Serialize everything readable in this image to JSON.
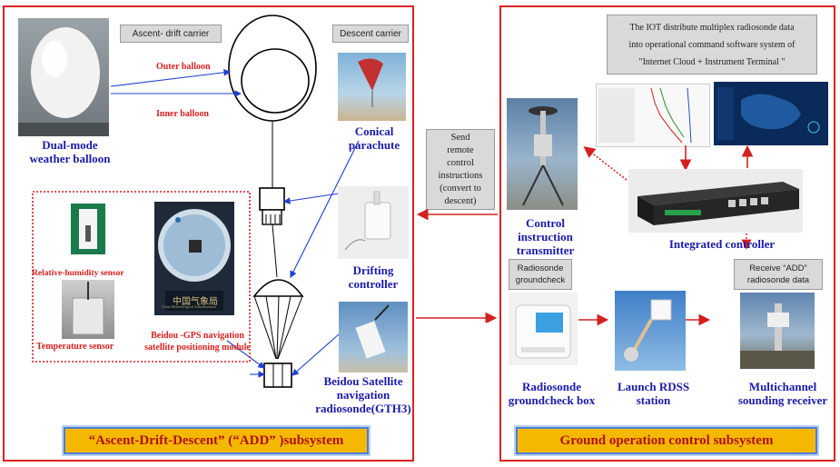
{
  "left_panel": {
    "ascent_label": "Ascent- drift carrier",
    "descent_label": "Descent carrier",
    "outer_balloon": "Outer balloon",
    "inner_balloon": "Inner balloon",
    "weather_balloon": "Dual-mode\nweather balloon",
    "conical_parachute": "Conical\nparachute",
    "drifting_controller": "Drifting\ncontroller",
    "humidity_sensor": "Relative-humidity sensor",
    "temperature_sensor": "Temperature sensor",
    "gps_module": "Beidou -GPS navigation\nsatellite positioning module",
    "radiosonde": "Beidou Satellite\nnavigation\nradiosonde(GTH3)",
    "module_text_cn": "中国气象局",
    "module_text_sub": "China Meteorological Administration",
    "footer": "“Ascent-Drift-Descent” (“ADD” )subsystem"
  },
  "middle": {
    "send_box": "Send\nremote\ncontrol\ninstructions\n(convert to\ndescent)"
  },
  "right_panel": {
    "iot_box": "The IOT distribute multiplex radiosonde data\ninto operational command software system of\n\"Internet Cloud + Instrument Terminal \"",
    "control_transmitter": "Control instruction\ntransmitter",
    "integrated_controller": "Integrated controller",
    "groundcheck_label": "Radiosonde\ngroundcheck",
    "receive_label": "Receive “ADD”\nradiosonde data",
    "groundcheck_box": "Radiosonde\ngroundcheck box",
    "launch_station": "Launch RDSS\nstation",
    "receiver": "Multichannel\nsounding receiver",
    "footer": "Ground operation control subsystem"
  },
  "colors": {
    "panel_border": "#e02020",
    "caption_blue": "#1a1aa8",
    "caption_red": "#d42020",
    "footer_bg": "#f5b800",
    "arrow_blue": "#1f3fd0",
    "arrow_red": "#d42020"
  }
}
